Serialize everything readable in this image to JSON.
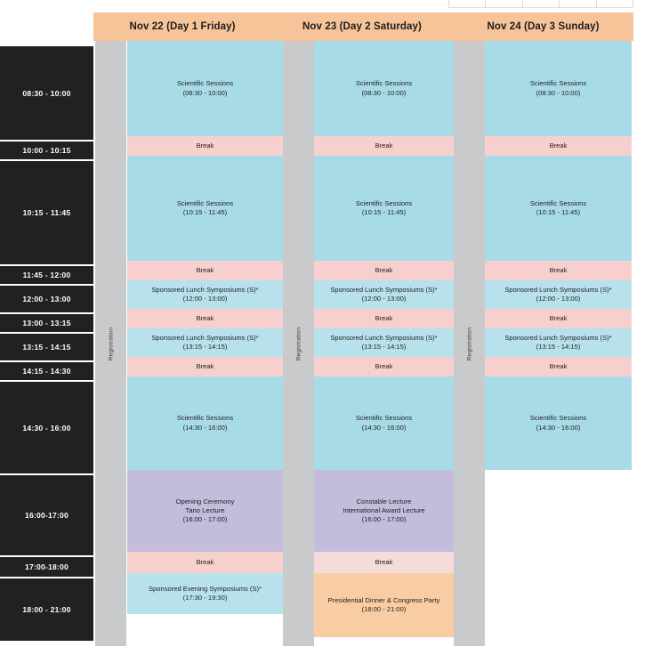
{
  "top_fragment": {
    "cells": [
      "",
      "",
      "",
      "",
      ""
    ]
  },
  "registration": {
    "label": "Registration"
  },
  "header": {
    "days": [
      {
        "label": "Nov 22 (Day 1 Friday)"
      },
      {
        "label": "Nov 23 (Day 2 Saturday)"
      },
      {
        "label": "Nov 24 (Day 3 Sunday)"
      }
    ]
  },
  "time_column": {
    "slots": [
      {
        "label": "08:30 - 10:00",
        "height": 107
      },
      {
        "label": "10:00 - 10:15",
        "height": 22
      },
      {
        "label": "10:15 - 11:45",
        "height": 118
      },
      {
        "label": "11:45 - 12:00",
        "height": 22
      },
      {
        "label": "12:00 - 13:00",
        "height": 32
      },
      {
        "label": "13:00 - 13:15",
        "height": 22
      },
      {
        "label": "13:15 - 14:15",
        "height": 32
      },
      {
        "label": "14:15 - 14:30",
        "height": 22
      },
      {
        "label": "14:30 - 16:00",
        "height": 105
      },
      {
        "label": "16:00-17:00",
        "height": 92
      },
      {
        "label": "17:00-18:00",
        "height": 24
      },
      {
        "label": "18:00 - 21:00",
        "height": 72
      }
    ]
  },
  "days": [
    {
      "name": "day-1",
      "slots": [
        {
          "title": "Scientific Sessions",
          "time": "(08:30 - 10:00)",
          "style": "c-session",
          "height": 107
        },
        {
          "title": "Break",
          "time": "",
          "style": "c-break",
          "height": 22
        },
        {
          "title": "Scientific Sessions",
          "time": "(10:15 - 11:45)",
          "style": "c-session",
          "height": 118
        },
        {
          "title": "Break",
          "time": "",
          "style": "c-break",
          "height": 22
        },
        {
          "title": "Sponsored Lunch Symposiums (S)*",
          "time": "(12:00 - 13:00)",
          "style": "c-lunch",
          "height": 32
        },
        {
          "title": "Break",
          "time": "",
          "style": "c-break",
          "height": 22
        },
        {
          "title": "Sponsored Lunch Symposiums (S)*",
          "time": "(13:15 - 14:15)",
          "style": "c-lunch",
          "height": 32
        },
        {
          "title": "Break",
          "time": "",
          "style": "c-break",
          "height": 22
        },
        {
          "title": "Scientific Sessions",
          "time": "(14:30 - 16:00)",
          "style": "c-session",
          "height": 105
        },
        {
          "title": "Opening Ceremony",
          "subtitle": "Tano Lecture",
          "time": "(16:00 - 17:00)",
          "style": "c-lecture",
          "height": 92
        },
        {
          "title": "Break",
          "time": "",
          "style": "c-break",
          "height": 24
        },
        {
          "title": "Sponsored Evening Symposiums (S)*",
          "time": "(17:30 - 19:30)",
          "style": "c-lunch",
          "height": 46
        },
        {
          "title": "",
          "time": "",
          "style": "c-white",
          "height": 26
        }
      ]
    },
    {
      "name": "day-2",
      "slots": [
        {
          "title": "Scientific Sessions",
          "time": "(08:30 - 10:00)",
          "style": "c-session",
          "height": 107
        },
        {
          "title": "Break",
          "time": "",
          "style": "c-break",
          "height": 22
        },
        {
          "title": "Scientific Sessions",
          "time": "(10:15 - 11:45)",
          "style": "c-session",
          "height": 118
        },
        {
          "title": "Break",
          "time": "",
          "style": "c-break",
          "height": 22
        },
        {
          "title": "Sponsored Lunch Symposiums (S)*",
          "time": "(12:00 - 13:00)",
          "style": "c-lunch",
          "height": 32
        },
        {
          "title": "Break",
          "time": "",
          "style": "c-break",
          "height": 22
        },
        {
          "title": "Sponsored Lunch Symposiums (S)*",
          "time": "(13:15 - 14:15)",
          "style": "c-lunch",
          "height": 32
        },
        {
          "title": "Break",
          "time": "",
          "style": "c-break",
          "height": 22
        },
        {
          "title": "Scientific Sessions",
          "time": "(14:30 - 16:00)",
          "style": "c-session",
          "height": 105
        },
        {
          "title": "Constable Lecture",
          "subtitle": "International Award Lecture",
          "time": "(16:00 - 17:00)",
          "style": "c-lecture",
          "height": 92
        },
        {
          "title": "Break",
          "time": "",
          "style": "c-breaklav",
          "height": 24
        },
        {
          "title": "Presidential Dinner & Congress Party",
          "time": "(18:00 - 21:00)",
          "style": "c-party",
          "height": 72
        }
      ]
    },
    {
      "name": "day-3",
      "slots": [
        {
          "title": "Scientific Sessions",
          "time": "(08:30 - 10:00)",
          "style": "c-session",
          "height": 107
        },
        {
          "title": "Break",
          "time": "",
          "style": "c-break",
          "height": 22
        },
        {
          "title": "Scientific Sessions",
          "time": "(10:15 - 11:45)",
          "style": "c-session",
          "height": 118
        },
        {
          "title": "Break",
          "time": "",
          "style": "c-break",
          "height": 22
        },
        {
          "title": "Sponsored Lunch Symposiums (S)*",
          "time": "(12:00 - 13:00)",
          "style": "c-lunch",
          "height": 32
        },
        {
          "title": "Break",
          "time": "",
          "style": "c-break",
          "height": 22
        },
        {
          "title": "Sponsored Lunch Symposiums (S)*",
          "time": "(13:15 - 14:15)",
          "style": "c-lunch",
          "height": 32
        },
        {
          "title": "Break",
          "time": "",
          "style": "c-break",
          "height": 22
        },
        {
          "title": "Scientific Sessions",
          "time": "(14:30 - 16:00)",
          "style": "c-session",
          "height": 105
        },
        {
          "title": "",
          "time": "",
          "style": "c-white",
          "height": 188
        }
      ]
    }
  ],
  "colors": {
    "header_band": "#f7c49a",
    "time_cell": "#232021",
    "registration": "#c9cacb",
    "session": "#a8dbe8",
    "break": "#f7d0ce",
    "lunch": "#b7e2ec",
    "lecture": "#c3bcdd",
    "party": "#f9cda3"
  }
}
